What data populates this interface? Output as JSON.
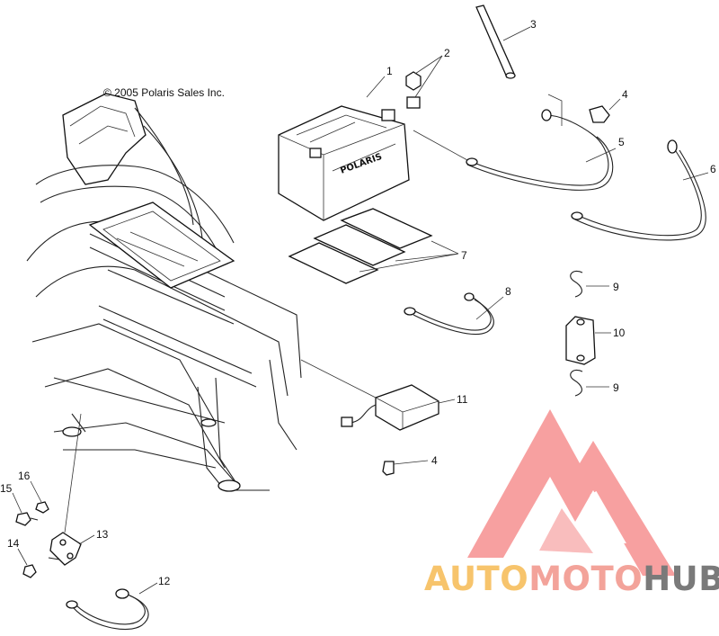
{
  "copyright": "© 2005 Polaris Sales Inc.",
  "battery_brand": "POLARIS",
  "watermark": {
    "part1": "AUTO",
    "part2": "MOTO",
    "part3": "HUB",
    "color_auto": "#f7c46c",
    "color_moto": "#f3a39a",
    "color_hub": "#7a7a7a",
    "triangle_color": "#f36b6b"
  },
  "callouts": [
    "1",
    "2",
    "3",
    "4",
    "5",
    "6",
    "7",
    "8",
    "9",
    "10",
    "9",
    "11",
    "4",
    "12",
    "13",
    "14",
    "15",
    "16"
  ]
}
